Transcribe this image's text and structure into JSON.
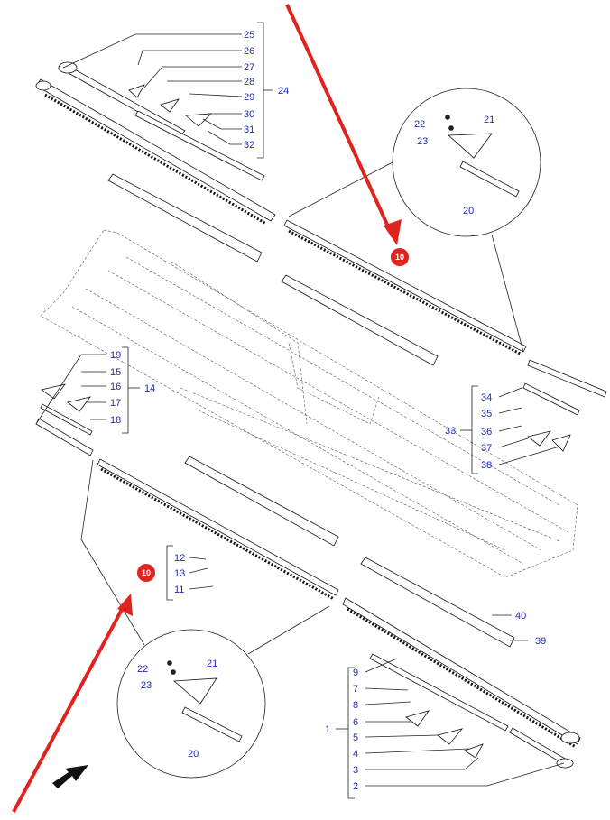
{
  "diagram": {
    "callout_badge": "10",
    "labels": {
      "l1": "1",
      "l2": "2",
      "l3": "3",
      "l4": "4",
      "l5": "5",
      "l6": "6",
      "l7": "7",
      "l8": "8",
      "l9": "9",
      "l11": "11",
      "l12": "12",
      "l13": "13",
      "l14": "14",
      "l15": "15",
      "l16": "16",
      "l17": "17",
      "l18": "18",
      "l19": "19",
      "l20a": "20",
      "l20b": "20",
      "l21a": "21",
      "l21b": "21",
      "l22a": "22",
      "l22b": "22",
      "l23a": "23",
      "l23b": "23",
      "l24": "24",
      "l25": "25",
      "l26": "26",
      "l27": "27",
      "l28": "28",
      "l29": "29",
      "l30": "30",
      "l31": "31",
      "l32": "32",
      "l33": "33",
      "l34": "34",
      "l35": "35",
      "l36": "36",
      "l37": "37",
      "l38": "38",
      "l39": "39",
      "l40": "40"
    },
    "colors": {
      "label": "#1f2bb8",
      "arrow": "#e0231f",
      "badge": "#e0231f",
      "line": "#222222"
    }
  }
}
